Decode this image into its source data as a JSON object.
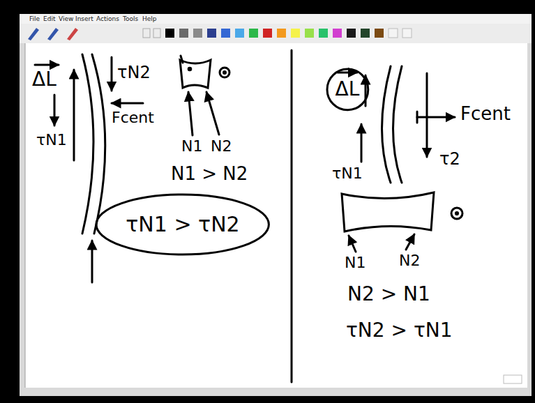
{
  "diagram": {
    "nodes": [
      {
        "text": [
          "τN1 > τN2"
        ]
      },
      {
        "text": [
          "ΔL"
        ]
      }
    ],
    "labels": [
      "File",
      "Edit",
      "View",
      "Insert",
      "Actions",
      "Tools",
      "Help",
      "ΔL",
      "τN2",
      "Fcent",
      "τN1",
      "N1",
      "N2",
      "N1 > N2",
      "Fcent",
      "τN1",
      "τ2",
      "N1",
      "N2",
      "N2 > N1",
      "τN2 > τN1"
    ]
  }
}
